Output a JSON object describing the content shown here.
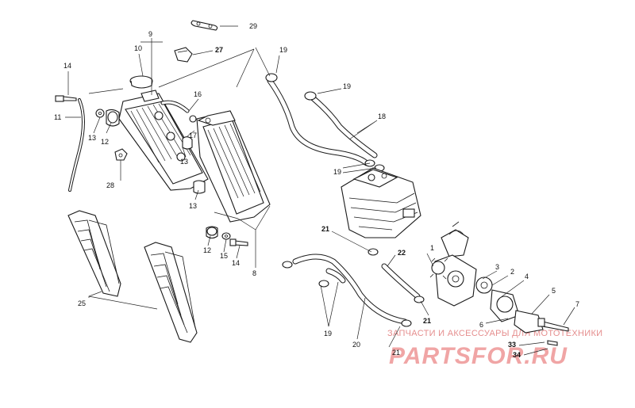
{
  "callouts": [
    {
      "id": "29",
      "text": "29",
      "bold": false
    },
    {
      "id": "9",
      "text": "9",
      "bold": false
    },
    {
      "id": "10",
      "text": "10",
      "bold": false
    },
    {
      "id": "27",
      "text": "27",
      "bold": true
    },
    {
      "id": "14a",
      "text": "14",
      "bold": false
    },
    {
      "id": "11",
      "text": "11",
      "bold": false
    },
    {
      "id": "13a",
      "text": "13",
      "bold": false
    },
    {
      "id": "12a",
      "text": "12",
      "bold": false
    },
    {
      "id": "16",
      "text": "16",
      "bold": false
    },
    {
      "id": "17",
      "text": "17",
      "bold": false
    },
    {
      "id": "13b",
      "text": "13",
      "bold": false
    },
    {
      "id": "28",
      "text": "28",
      "bold": false
    },
    {
      "id": "13c",
      "text": "13",
      "bold": false
    },
    {
      "id": "19a",
      "text": "19",
      "bold": false
    },
    {
      "id": "19b",
      "text": "19",
      "bold": false
    },
    {
      "id": "18",
      "text": "18",
      "bold": false
    },
    {
      "id": "19c",
      "text": "19",
      "bold": false
    },
    {
      "id": "21a",
      "text": "21",
      "bold": true
    },
    {
      "id": "22",
      "text": "22",
      "bold": true
    },
    {
      "id": "1",
      "text": "1",
      "bold": false
    },
    {
      "id": "3",
      "text": "3",
      "bold": false
    },
    {
      "id": "2",
      "text": "2",
      "bold": false
    },
    {
      "id": "4",
      "text": "4",
      "bold": false
    },
    {
      "id": "5",
      "text": "5",
      "bold": false
    },
    {
      "id": "7",
      "text": "7",
      "bold": false
    },
    {
      "id": "6",
      "text": "6",
      "bold": false
    },
    {
      "id": "21b",
      "text": "21",
      "bold": true
    },
    {
      "id": "33",
      "text": "33",
      "bold": true
    },
    {
      "id": "34",
      "text": "34",
      "bold": true
    },
    {
      "id": "12b",
      "text": "12",
      "bold": false
    },
    {
      "id": "15",
      "text": "15",
      "bold": false
    },
    {
      "id": "14b",
      "text": "14",
      "bold": false
    },
    {
      "id": "8",
      "text": "8",
      "bold": false
    },
    {
      "id": "25",
      "text": "25",
      "bold": false
    },
    {
      "id": "19d",
      "text": "19",
      "bold": false
    },
    {
      "id": "20",
      "text": "20",
      "bold": false
    },
    {
      "id": "21c",
      "text": "21",
      "bold": false
    }
  ],
  "watermark": {
    "tagline": "ЗАПЧАСТИ И АКСЕССУАРЫ ДЛЯ МОТОТЕХНИКИ",
    "brand": "PARTSFOR.RU"
  }
}
